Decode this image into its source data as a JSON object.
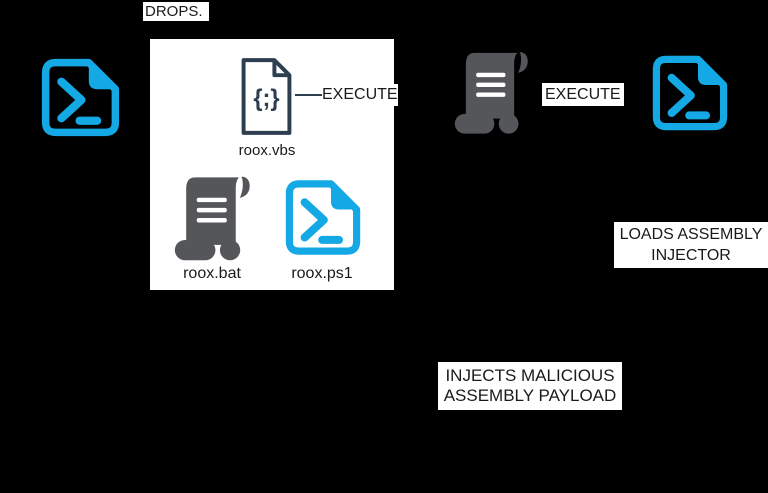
{
  "background": "#000000",
  "colors": {
    "powershell_blue": "#14A8E4",
    "script_gray": "#54565A",
    "vbs_outline_navy": "#2C3E50",
    "label_bg": "#FFFFFF",
    "label_text": "#1A1A1A",
    "dropper_box_bg": "#FFFFFF"
  },
  "labels": {
    "drops": "DROPS.",
    "execute_vbs": "EXECUTE",
    "execute_bat": "EXECUTE",
    "loads_assembly": {
      "line1": "LOADS ASSEMBLY",
      "line2": "INJECTOR"
    },
    "injects": {
      "line1": "INJECTS MALICIOUS",
      "line2": "ASSEMBLY PAYLOAD"
    }
  },
  "files": {
    "vbs": {
      "name": "roox.vbs"
    },
    "bat": {
      "name": "roox.bat"
    },
    "ps1": {
      "name": "roox.ps1"
    }
  },
  "icons": {
    "vbs_glyph": "{;}"
  }
}
